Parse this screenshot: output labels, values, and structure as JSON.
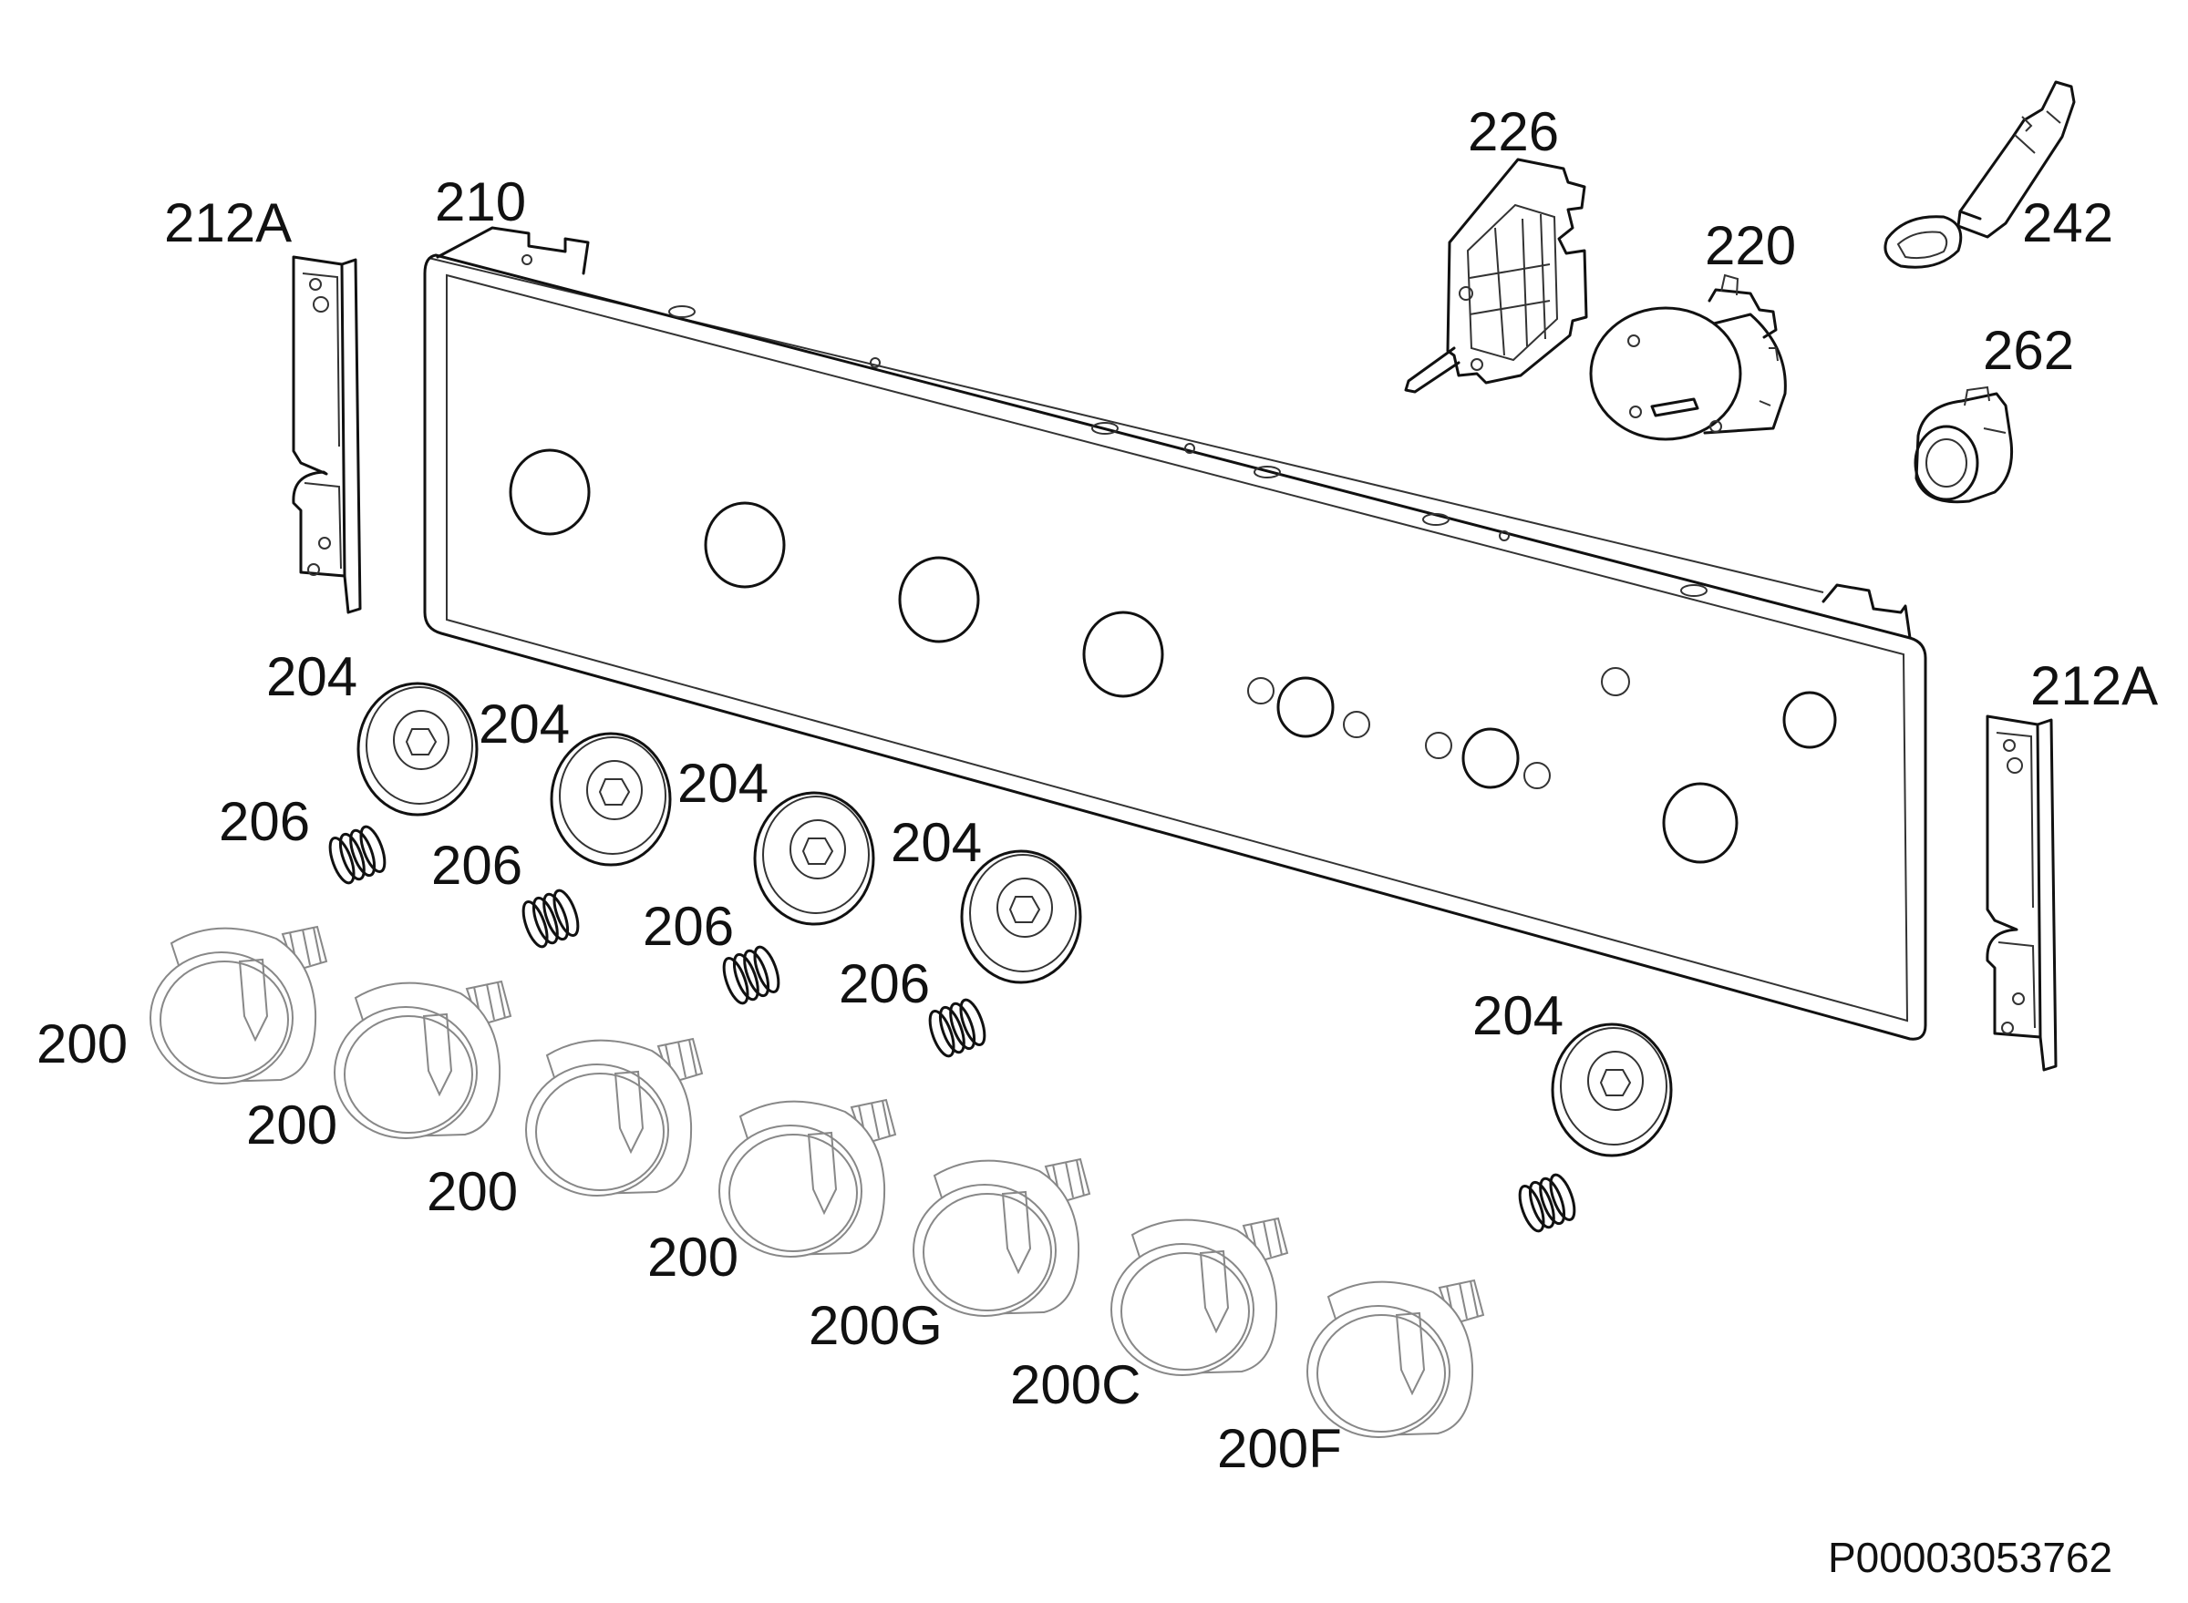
{
  "labels": {
    "p226": "226",
    "p220": "220",
    "p242": "242",
    "p262": "262",
    "p210": "210",
    "p212a_left": "212A",
    "p212a_right": "212A",
    "p204_1": "204",
    "p204_2": "204",
    "p204_3": "204",
    "p204_4": "204",
    "p204_5": "204",
    "p206_1": "206",
    "p206_2": "206",
    "p206_3": "206",
    "p206_4": "206",
    "p200_1": "200",
    "p200_2": "200",
    "p200_3": "200",
    "p200_4": "200",
    "p200g": "200G",
    "p200c": "200C",
    "p200f": "200F"
  },
  "document_id": "P00003053762"
}
